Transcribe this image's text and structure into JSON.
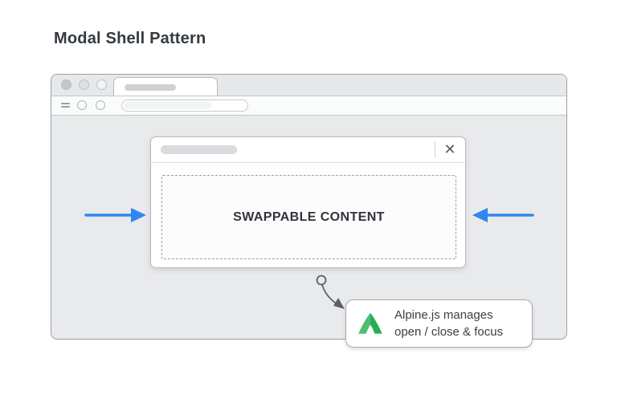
{
  "page": {
    "title": "Modal Shell Pattern"
  },
  "browser": {
    "window_controls": [
      "close",
      "minimize",
      "maximize"
    ],
    "toolbar_icons": [
      "menu-icon",
      "circle-nav-icon",
      "circle-nav-icon"
    ],
    "tab_title_placeholder": "",
    "address_placeholder": ""
  },
  "modal": {
    "title_placeholder": "",
    "close_glyph": "✕",
    "content_label": "SWAPPABLE CONTENT"
  },
  "callout": {
    "line1": "Alpine.js manages",
    "line2": "open / close & focus",
    "logo": "alpinejs-logo"
  },
  "colors": {
    "accent-blue": "#2f87f1",
    "alpine-green-dark": "#27ae52",
    "alpine-green-light": "#4cc06e",
    "connector-gray": "#5a6065"
  }
}
